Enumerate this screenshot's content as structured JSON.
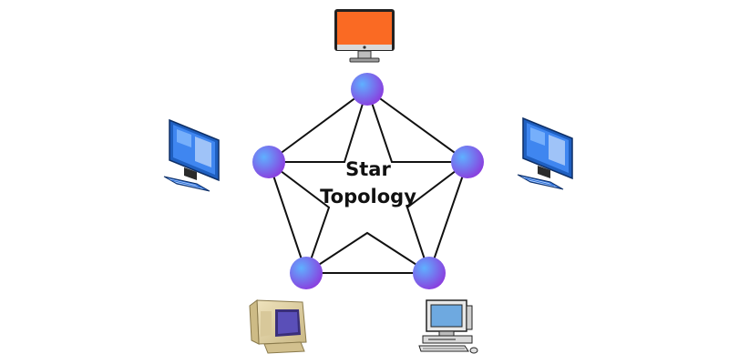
{
  "title_lines": [
    "Star",
    "Topology"
  ],
  "colors": {
    "node_light": "#5fb0ff",
    "node_dark": "#8a3dde",
    "link": "#111111",
    "orange_screen": "#fa6a23",
    "blue_screen": "#3f86f0",
    "beige_body": "#e6d6a8",
    "purple_screen": "#5a4fb8",
    "gray_screen": "#6ea9e0"
  },
  "nodes": [
    {
      "id": "top",
      "icon": "orange-monitor-icon"
    },
    {
      "id": "left",
      "icon": "blue-desktop-computer-icon"
    },
    {
      "id": "right",
      "icon": "blue-desktop-computer-icon"
    },
    {
      "id": "bottom-left",
      "icon": "vintage-crt-computer-icon"
    },
    {
      "id": "bottom-right",
      "icon": "classic-desktop-computer-icon"
    }
  ]
}
